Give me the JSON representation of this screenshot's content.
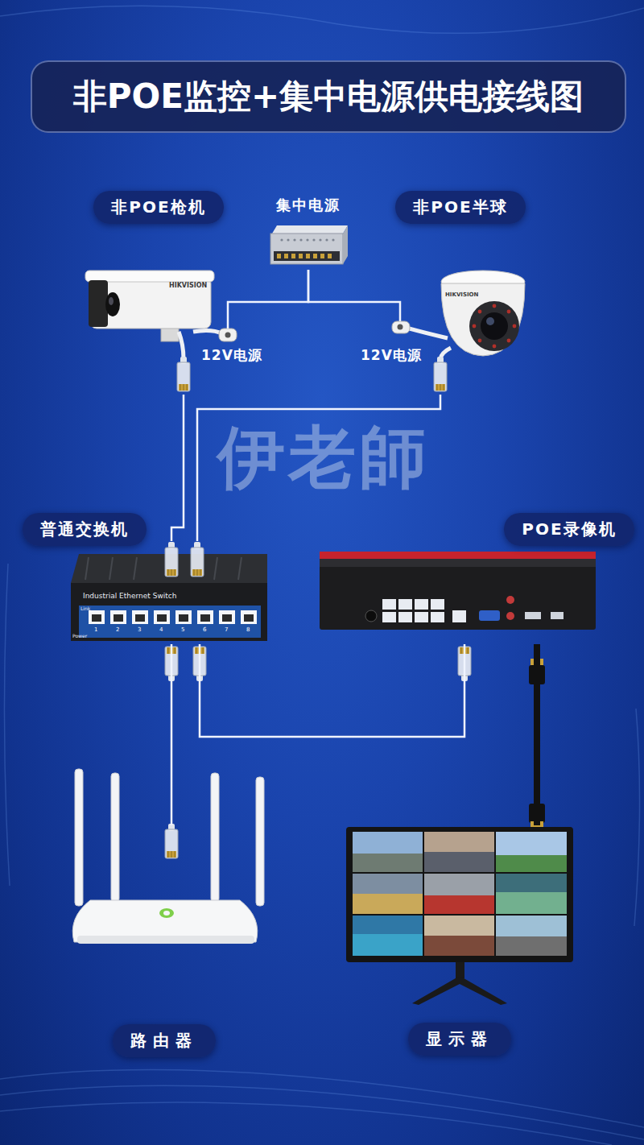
{
  "diagram": {
    "title": "非POE监控+集中电源供电接线图",
    "nodes": [
      {
        "text": [
          "非POE枪机"
        ]
      },
      {
        "text": [
          "集中电源"
        ]
      },
      {
        "text": [
          "非POE半球"
        ]
      },
      {
        "text": [
          "普通交换机"
        ]
      },
      {
        "text": [
          "POE录像机"
        ]
      },
      {
        "text": [
          "路由器"
        ]
      },
      {
        "text": [
          "显示器"
        ]
      }
    ],
    "edges": [
      {
        "from": 1,
        "to": 0,
        "arrow": "none"
      },
      {
        "from": 1,
        "to": 2,
        "arrow": "none"
      },
      {
        "from": 0,
        "to": 3,
        "arrow": "none"
      },
      {
        "from": 2,
        "to": 3,
        "arrow": "none"
      },
      {
        "from": 3,
        "to": 5,
        "arrow": "none"
      },
      {
        "from": 3,
        "to": 4,
        "arrow": "none"
      },
      {
        "from": 4,
        "to": 6,
        "arrow": "none"
      }
    ],
    "labels": [
      "12V电源",
      "12V电源",
      "HIKVISION",
      "HIKVISION",
      "Industrial Ethernet Switch",
      "Link",
      "Power",
      "1",
      "2",
      "3",
      "4",
      "5",
      "6",
      "7",
      "8",
      "伊老師"
    ]
  }
}
